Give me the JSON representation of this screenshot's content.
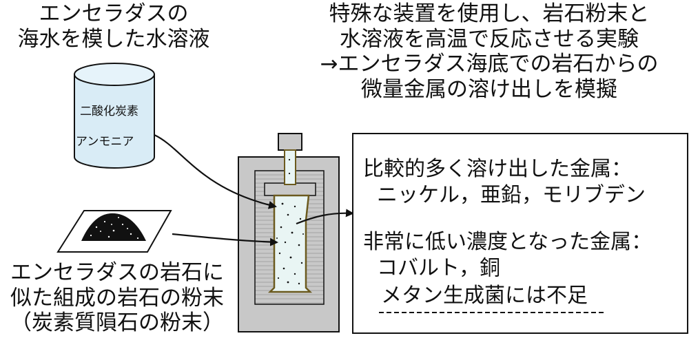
{
  "seawater": {
    "line1": "エンセラダスの",
    "line2": "海水を模した水溶液",
    "label_co2": "二酸化炭素",
    "label_ammonia": "アンモニア"
  },
  "experiment": {
    "line1": "特殊な装置を使用し、岩石粉末と",
    "line2": "水溶液を高温で反応させる実験",
    "line3": "→エンセラダス海底での岩石からの",
    "line4": "微量金属の溶け出しを模擬"
  },
  "rock": {
    "line1": "エンセラダスの岩石に",
    "line2": "似た組成の岩石の粉末",
    "line3": "（炭素質隕石の粉末）"
  },
  "results": {
    "heading1": "比較的多く溶け出した金属：",
    "metals1": "ニッケル，亜鉛，モリブデン",
    "heading2": "非常に低い濃度となった金属：",
    "metals2": "コバルト，銅",
    "note": "メタン生成菌には不足"
  },
  "colors": {
    "cylinder_fill": "#d9ecf6",
    "liquid_fill": "#e9f5f4",
    "device_gray": "#c8c8c8",
    "tube_outline": "#6b5a1e",
    "stroke": "#111111"
  }
}
